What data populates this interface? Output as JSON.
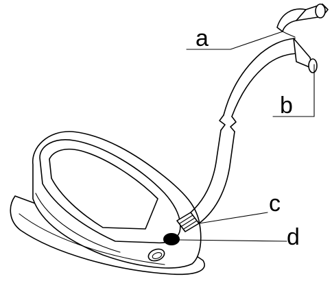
{
  "labels": {
    "a": "a",
    "b": "b",
    "c": "c",
    "d": "d"
  },
  "colors": {
    "line": "#000000",
    "background": "#ffffff"
  }
}
